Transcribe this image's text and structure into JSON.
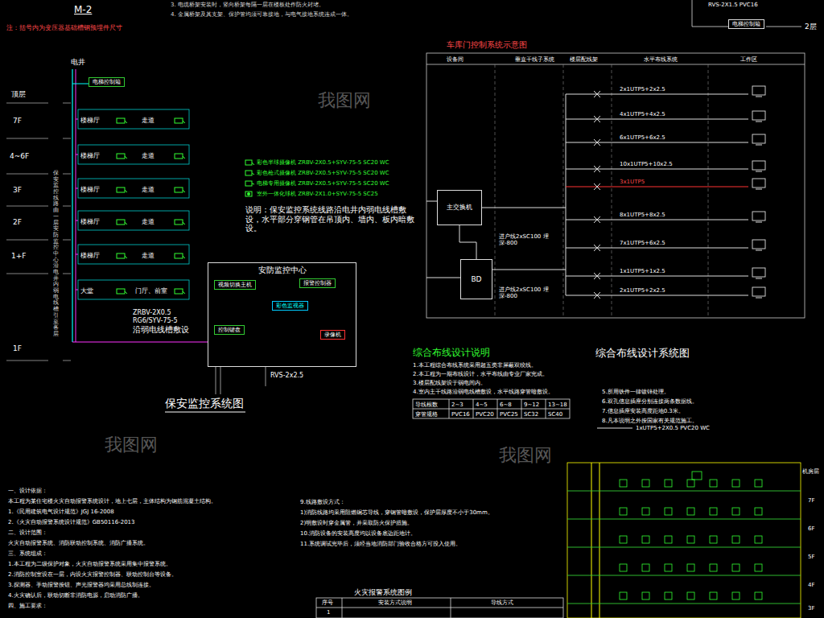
{
  "diagram": {
    "nodes": [
      {
        "text": [
          "电梯控制箱"
        ]
      },
      {
        "text": [
          "安防监控中心"
        ]
      },
      {
        "text": [
          "视频切换主机"
        ],
        "in": 1
      },
      {
        "text": [
          "报警控制器"
        ],
        "in": 1
      },
      {
        "text": [
          "彩色监视器"
        ],
        "in": 1
      },
      {
        "text": [
          "控制键盘"
        ],
        "in": 1
      },
      {
        "text": [
          "录像机"
        ],
        "in": 1
      },
      {
        "text": [
          "电梯控制箱"
        ]
      },
      {
        "text": [
          "主交换机"
        ]
      },
      {
        "text": [
          "BD"
        ]
      }
    ],
    "edges": [
      {
        "from": 2,
        "to": 3,
        "arrow": "none"
      },
      {
        "from": 2,
        "to": 4,
        "arrow": "none"
      },
      {
        "from": 2,
        "to": 5,
        "arrow": "none"
      },
      {
        "from": 4,
        "to": 6,
        "arrow": "none"
      },
      {
        "from": 8,
        "to": 9,
        "arrow": "none"
      }
    ],
    "labels": [
      "M-2",
      "注：括号内为变压器基础槽钢预埋件尺寸",
      "3. 电缆桥架安装时，竖向桥架每隔一层在楼板处作防火封堵。",
      "4. 金属桥架及其支架、保护管均须可靠接地，与电气接地系统连成一体。",
      "电井",
      "顶层",
      "7F",
      "4~6F",
      "3F",
      "2F",
      "1+F",
      "1F",
      "楼梯厅",
      "走道",
      "楼梯厅",
      "走道",
      "楼梯厅",
      "走道",
      "楼梯厅",
      "走道",
      "楼梯厅",
      "走道",
      "大堂",
      "门厅、前室",
      "保安监控线路由一层安防监控中心沿电井内弱电线槽引至各层",
      "ZRBV-2X0.5",
      "RG6/SYV-75-5",
      "沿弱电线槽敷设",
      "RVS-2x2.5",
      "保安监控系统图",
      "说明：保安监控系统线路沿电井内弱电线槽敷设，水平部分穿钢管在吊顶内、墙内、板内暗敷设。",
      "车库门控制系统示意图",
      "RVS-2X1.5 PVC16",
      "2层",
      "设备间",
      "垂直干线子系统",
      "楼层配线架",
      "水平布线系统",
      "工作区",
      "2x1UTP5+2x2.5",
      "4x1UTP5+4x2.5",
      "6x1UTP5+6x2.5",
      "10x1UTP5+10x2.5",
      "3x1UTP5",
      "8x1UTP5+8x2.5",
      "7x1UTP5+6x2.5",
      "1x1UTP5+1x2.5",
      "2x1UTP5+2x2.5",
      "进户线2xSC100 埋深-800",
      "进户线2xSC100 埋深-800",
      "综合布线设计说明",
      "1.本工程综合布线系统采用超五类非屏蔽双绞线。",
      "2.本工程为一期布线设计，水平布线由专业厂家完成。",
      "3.楼层配线架设于弱电间内。",
      "4.室内主干线路沿弱电线槽敷设，水平线路穿管暗敷设。",
      "导线根数",
      "2~3",
      "4~5",
      "6~8",
      "9~12",
      "13~18",
      "穿管规格",
      "PVC16",
      "PVC20",
      "PVC25",
      "SC32",
      "SC40",
      "综合布线设计系统图",
      "5.所用铁件一律镀锌处理。",
      "6.双孔信息插座分别连接两条数据线。",
      "7.信息插座安装高度距地0.3米。",
      "8.凡本说明之外按国家有关规范施工。",
      "1xUTP5+2X0.5 PVC20 WC",
      "一、设计依据：",
      "本工程为某住宅楼火灾自动报警系统设计，地上七层，主体结构为钢筋混凝土结构。",
      "1.《民用建筑电气设计规范》JGJ 16-2008",
      "2.《火灾自动报警系统设计规范》GB50116-2013",
      "二、设计范围：",
      "火灾自动报警系统、消防联动控制系统、消防广播系统。",
      "三、系统组成：",
      "1.本工程为二级保护对象，火灾自动报警系统采用集中报警系统。",
      "2.消防控制室设在一层，内设火灾报警控制器、联动控制台等设备。",
      "3.探测器、手动报警按钮、声光报警器均采用总线制连接。",
      "4.火灾确认后，联动切断非消防电源，启动消防广播。",
      "四、施工要求：",
      "9.线路敷设方式：",
      "1)消防线路均采用阻燃铜芯导线，穿钢管暗敷设，保护层厚度不小于30mm。",
      "2)明敷设时穿金属管，并采取防火保护措施。",
      "10.消防设备的安装高度均以设备底边距地计。",
      "11.系统调试完毕后，须经当地消防部门验收合格方可投入使用。",
      "火灾报警系统图例",
      "序号",
      "安装方式说明",
      "导线方式",
      "1",
      "机房层",
      "7F",
      "6F",
      "5F",
      "4F",
      "3F",
      "我图网",
      "我图网",
      "我图网"
    ],
    "legend": [
      {
        "text": "彩色半球摄像机 ZRBV-2X0.5+SYV-75-5 SC20 WC"
      },
      {
        "text": "彩色枪式摄像机 ZRBV-2X0.5+SYV-75-5 SC20 WC"
      },
      {
        "text": "电梯专用摄像机 ZRBV-2X0.5+SYV-75-5 SC20 WC"
      },
      {
        "text": "室外一体化球机 ZRBV-2X1.0+SYV-75-5 SC25"
      }
    ]
  }
}
